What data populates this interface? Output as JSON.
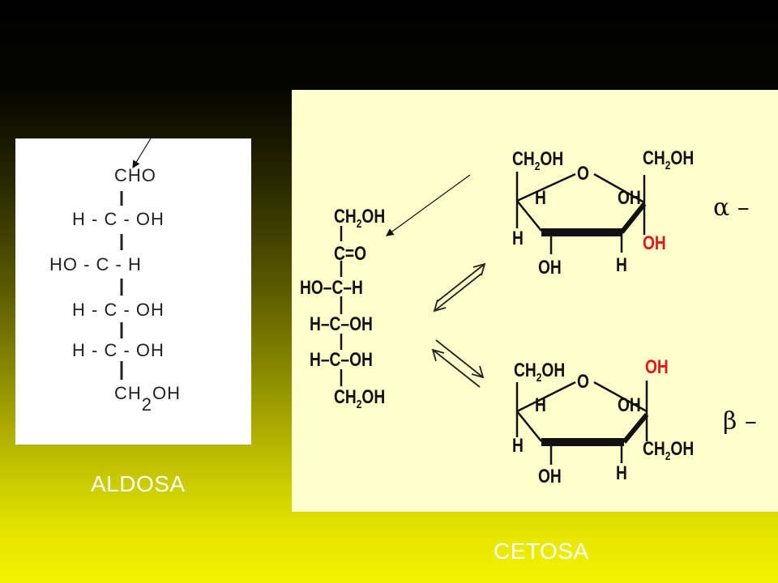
{
  "aldose": {
    "caption": "ALDOSA",
    "rows": [
      "CHO",
      "H - C - OH",
      "HO - C - H",
      "H - C - OH",
      "H - C - OH"
    ],
    "last_row": {
      "ch": "CH",
      "sub": "2",
      "oh": "OH"
    }
  },
  "ketose": {
    "caption": "CETOSA",
    "open_chain": {
      "c1": {
        "pre": "CH",
        "sub": "2",
        "post": "OH"
      },
      "c2": "C=O",
      "c3": "HO–C–H",
      "c4": "H–C–OH",
      "c5": "H–C–OH",
      "c6": {
        "pre": "CH",
        "sub": "2",
        "post": "OH"
      }
    },
    "alpha": {
      "symbol": "α –",
      "left_ch2oh": {
        "pre": "CH",
        "sub": "2",
        "post": "OH"
      },
      "right_ch2oh": {
        "pre": "CH",
        "sub": "2",
        "post": "OH"
      },
      "ring_o": "O",
      "h_upper_left": "H",
      "oh_upper_right": "OH",
      "h_left": "H",
      "oh_anomeric": "OH",
      "oh_bottom": "OH",
      "h_bottom": "H"
    },
    "beta": {
      "symbol": "β –",
      "left_ch2oh": {
        "pre": "CH",
        "sub": "2",
        "post": "OH"
      },
      "oh_anomeric": "OH",
      "ring_o": "O",
      "h_upper_left": "H",
      "oh_upper_right": "OH",
      "h_left": "H",
      "right_ch2oh": {
        "pre": "CH",
        "sub": "2",
        "post": "OH"
      },
      "oh_bottom": "OH",
      "h_bottom": "H"
    }
  },
  "colors": {
    "anomeric_oh": "#e3141b",
    "caption": "#ffffff",
    "ketose_panel": "#ffffcc",
    "aldose_panel": "#ffffff"
  }
}
